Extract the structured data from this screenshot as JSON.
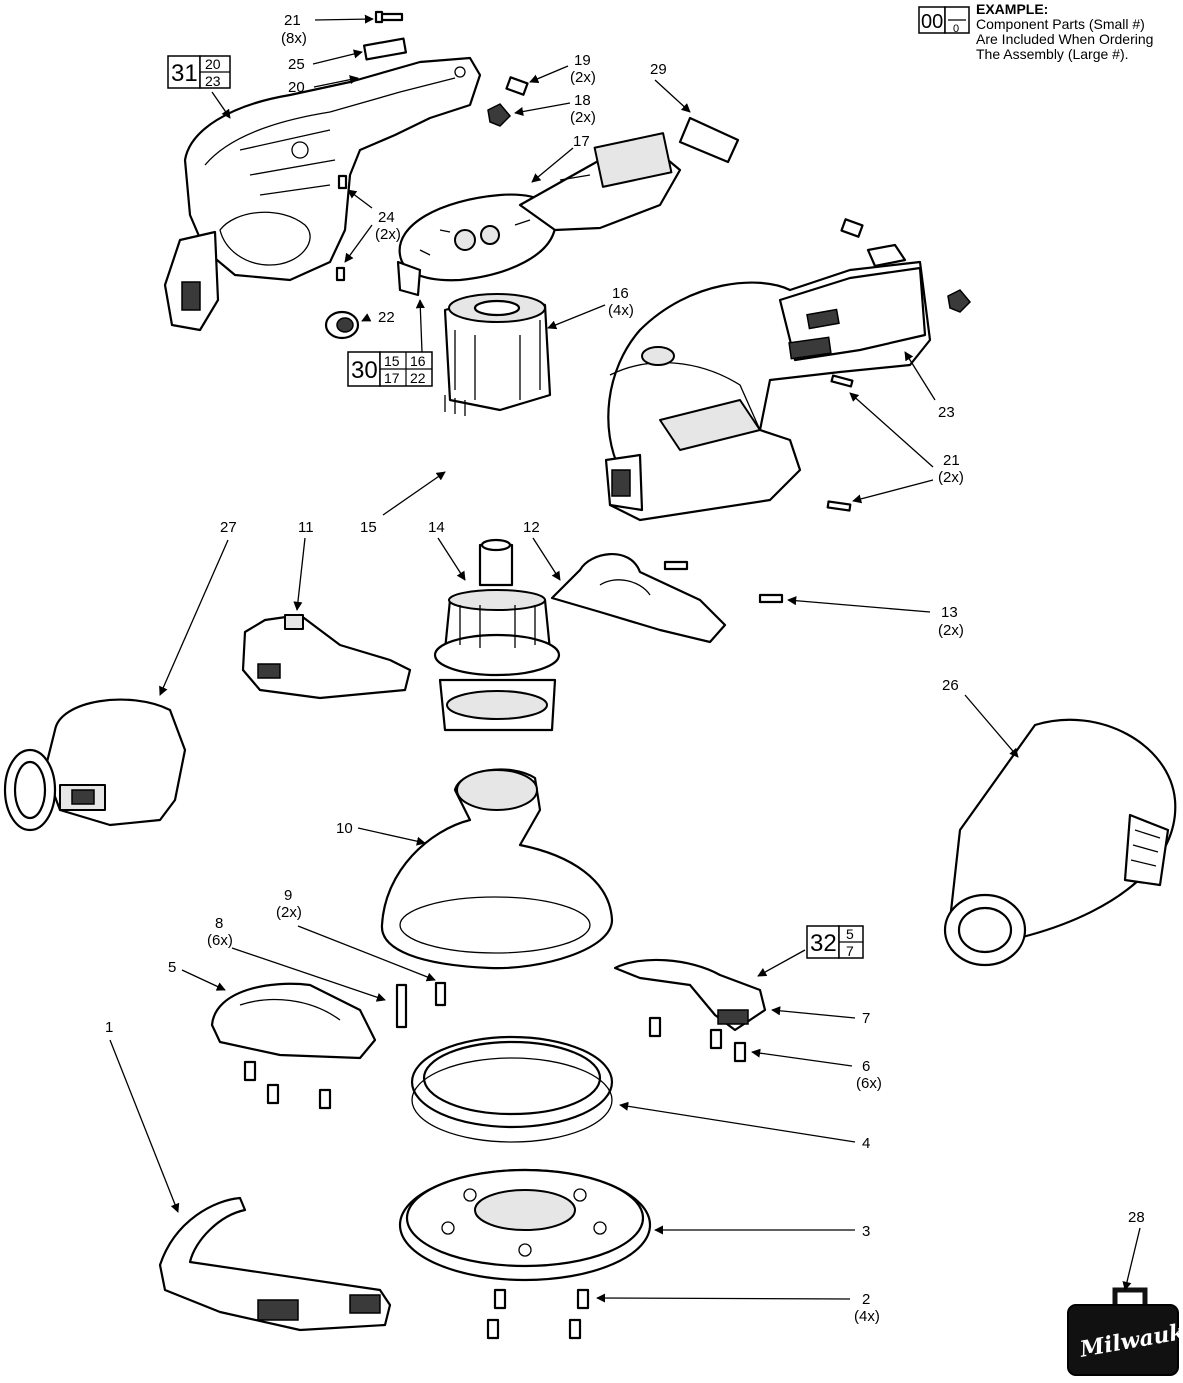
{
  "example": {
    "code_big": "00",
    "code_small": "0",
    "title": "EXAMPLE:",
    "line1": "Component Parts (Small #)",
    "line2": "Are Included When Ordering",
    "line3": "The Assembly (Large #)."
  },
  "assemblies": [
    {
      "id": "31",
      "parts": [
        "20",
        "23"
      ]
    },
    {
      "id": "30",
      "parts": [
        "15",
        "16",
        "17",
        "22"
      ]
    },
    {
      "id": "32",
      "parts": [
        "5",
        "7"
      ]
    }
  ],
  "labels": {
    "p1": "1",
    "p2": "2",
    "p2_qty": "(4x)",
    "p3": "3",
    "p4": "4",
    "p5": "5",
    "p6": "6",
    "p6_qty": "(6x)",
    "p7": "7",
    "p8": "8",
    "p8_qty": "(6x)",
    "p9": "9",
    "p9_qty": "(2x)",
    "p10": "10",
    "p11": "11",
    "p12": "12",
    "p13": "13",
    "p13_qty": "(2x)",
    "p14": "14",
    "p15": "15",
    "p16": "16",
    "p16_qty": "(4x)",
    "p17": "17",
    "p18": "18",
    "p18_qty": "(2x)",
    "p19": "19",
    "p19_qty": "(2x)",
    "p20": "20",
    "p21a": "21",
    "p21a_qty": "(8x)",
    "p21b": "21",
    "p21b_qty": "(2x)",
    "p22": "22",
    "p23": "23",
    "p24": "24",
    "p24_qty": "(2x)",
    "p25": "25",
    "p26": "26",
    "p27": "27",
    "p28": "28",
    "p29": "29"
  },
  "brand": {
    "logo_text": "Milwaukee",
    "case_color": "#111111"
  }
}
